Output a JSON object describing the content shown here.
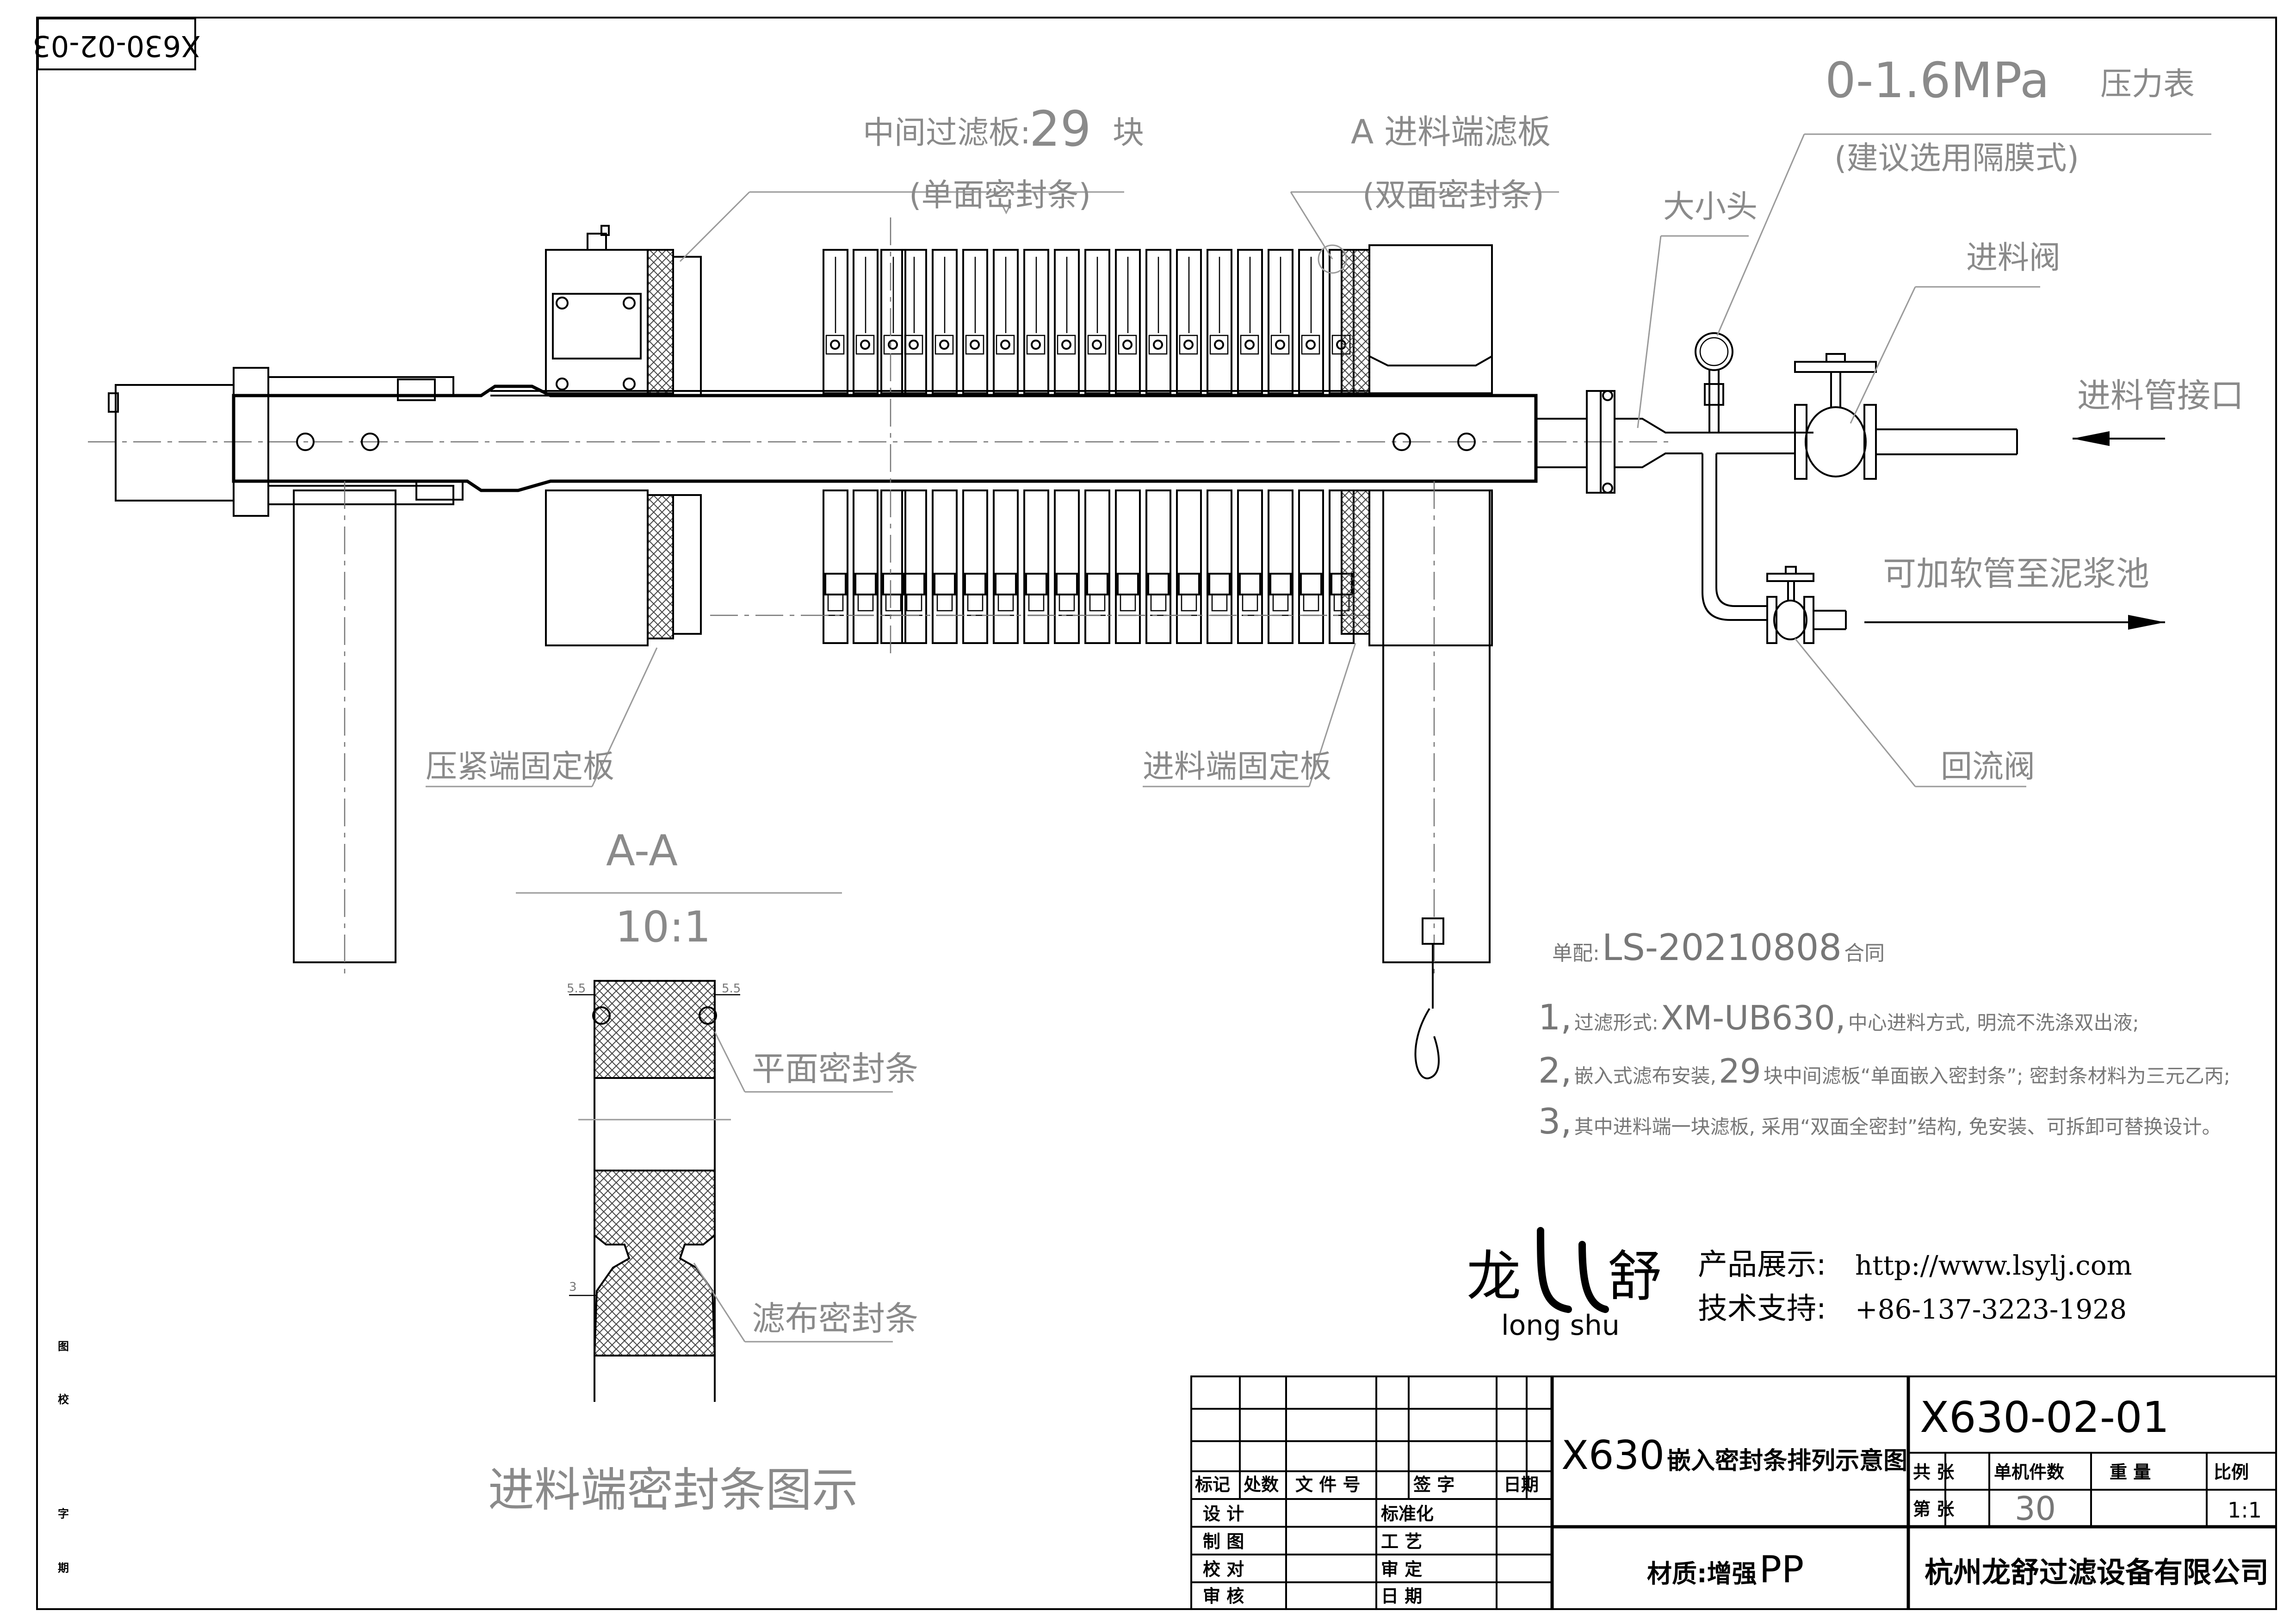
{
  "drawing_code_rotated": "X630-02-03",
  "labels": {
    "middle_plates_prefix": "中间过滤板:",
    "middle_plates_count": "29",
    "middle_plates_unit": "块",
    "middle_plates_sub": "(单面密封条)",
    "feed_plate_title": "A 进料端滤板",
    "feed_plate_sub": "(双面密封条)",
    "gauge_title": "0-1.6MPa",
    "gauge_unit": "压力表",
    "gauge_sub": "(建议选用隔膜式)",
    "reducer": "大小头",
    "feed_valve": "进料阀",
    "feed_pipe": "进料管接口",
    "hose_return": "可加软管至泥浆池",
    "press_end_plate": "压紧端固定板",
    "feed_end_plate": "进料端固定板",
    "return_valve": "回流阀"
  },
  "section": {
    "title": "A-A",
    "scale": "10:1",
    "dim_left": "5.5",
    "dim_right": "5.5",
    "dim_lower": "3",
    "flat_seal": "平面密封条",
    "cloth_seal": "滤布密封条",
    "caption": "进料端密封条图示"
  },
  "contract": {
    "prefix": "单配:",
    "number": "LS-20210808",
    "suffix": "合同"
  },
  "notes": [
    {
      "num": "1,",
      "pre": "过滤形式:",
      "big": "XM-UB630,",
      "post": "中心进料方式, 明流不洗涤双出液;"
    },
    {
      "num": "2,",
      "pre": "嵌入式滤布安装,",
      "big": "29",
      "post": "块中间滤板“单面嵌入密封条”; 密封条材料为三元乙丙;"
    },
    {
      "num": "3,",
      "pre": "其中进料端一块滤板, 采用“双面全密封”结构, 免安装、可拆卸可替换设计。",
      "big": "",
      "post": ""
    }
  ],
  "logo": {
    "char_left": "龙",
    "char_right": "舒",
    "pinyin": "long shu"
  },
  "contact": {
    "product_label": "产品展示:",
    "product_url": "http://www.lsylj.com",
    "support_label": "技术支持:",
    "support_phone": "+86-137-3223-1928"
  },
  "side_labels": [
    "图",
    "校",
    "字",
    "期"
  ],
  "title_block": {
    "drawing_name_code": "X630",
    "drawing_name": "嵌入密封条排列示意图",
    "drawing_no": "X630-02-01",
    "material_label": "材质:增强",
    "material_value": "PP",
    "company": "杭州龙舒过滤设备有限公司",
    "revision_headers": [
      "标记",
      "处数",
      "文 件 号",
      "签 字",
      "日期"
    ],
    "roles": [
      {
        "a": "设 计",
        "b": "标准化"
      },
      {
        "a": "制 图",
        "b": "工 艺"
      },
      {
        "a": "校 对",
        "b": "审 定"
      },
      {
        "a": "审 核",
        "b": "日 期"
      }
    ],
    "sheet_total_label": "共 张",
    "sheet_no_label": "第 张",
    "unit_qty_label": "单机件数",
    "unit_qty_value": "30",
    "weight_label": "重 量",
    "scale_label": "比例",
    "scale_value": "1:1"
  }
}
